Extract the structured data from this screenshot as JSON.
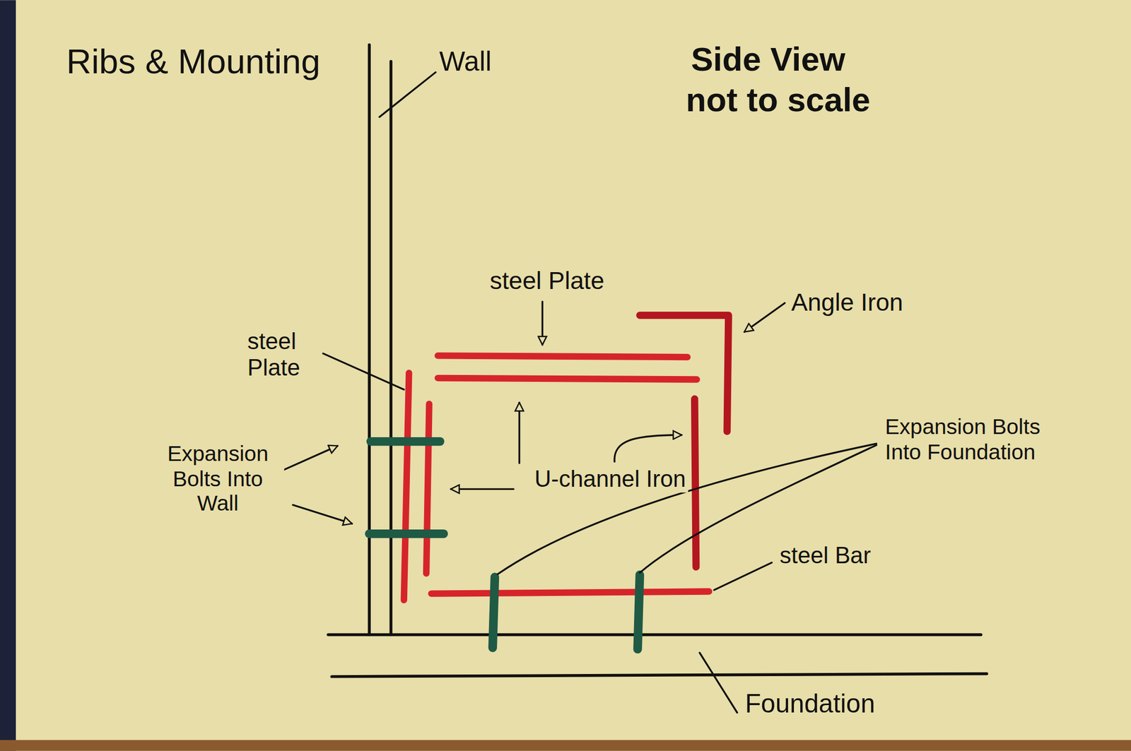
{
  "diagram": {
    "title": "Ribs & Mounting",
    "labels": [
      "Wall",
      "Side View",
      "not to scale",
      "steel Plate",
      "Angle Iron",
      "steel Plate",
      "Expansion Bolts Into Wall",
      "U-channel Iron",
      "Expansion Bolts Into Foundation",
      "steel Bar",
      "Foundation"
    ]
  }
}
